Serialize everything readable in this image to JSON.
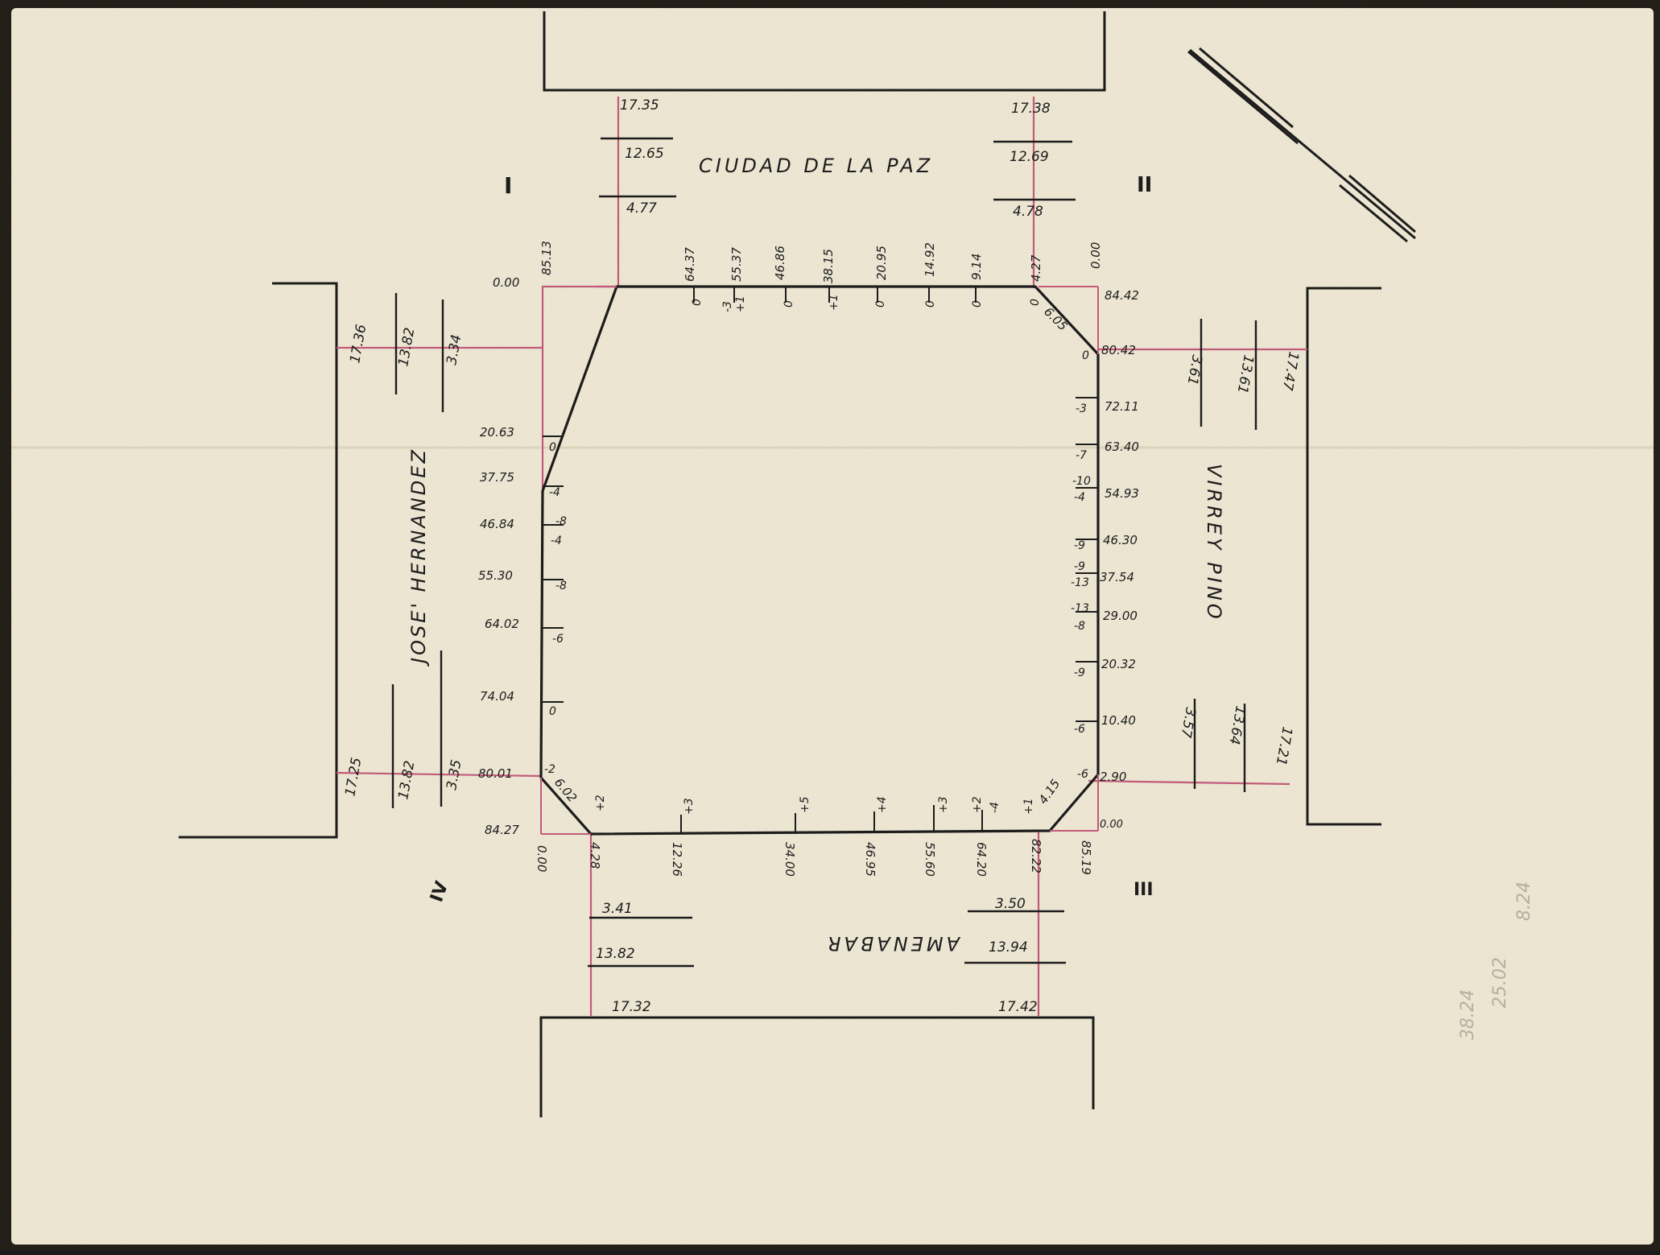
{
  "streets": {
    "north": "CIUDAD DE LA PAZ",
    "east": "VIRREY PINO",
    "south": "AMENABAR",
    "west": "JOSE' HERNANDEZ"
  },
  "corners": {
    "c1": "I",
    "c2": "II",
    "c3": "III",
    "c4": "IV"
  },
  "colors": {
    "paper": "#ede6d2",
    "ink": "#1c1c1c",
    "red": "#c25a7a"
  },
  "north_offsets": {
    "a1": "17.35",
    "a2": "12.65",
    "a3": "4.77",
    "b1": "17.38",
    "b2": "12.69",
    "b3": "4.78"
  },
  "south_offsets": {
    "a1": "3.41",
    "a2": "13.82",
    "a3": "17.32",
    "b1": "3.50",
    "b2": "13.94",
    "b3": "17.42"
  },
  "west_offsets": {
    "a1": "17.36",
    "a2": "13.82",
    "a3": "3.34",
    "b1": "17.25",
    "b2": "13.82",
    "b3": "3.35"
  },
  "east_offsets": {
    "a1": "3.61",
    "a2": "13.61",
    "a3": "17.47",
    "b1": "3.57",
    "b2": "13.64",
    "b3": "17.21"
  },
  "north_side": {
    "start": "0.00",
    "end": "85.13",
    "stations": [
      "64.37",
      "55.37",
      "46.86",
      "38.15",
      "20.95",
      "14.92",
      "9.14",
      "4.27",
      "0.00"
    ],
    "levels": [
      "0",
      "-3",
      "+1",
      "0",
      "+1",
      "0",
      "0",
      "0",
      "0"
    ]
  },
  "east_side": {
    "top": "84.42",
    "chamfer": "6.05",
    "bottom": "0.00",
    "stations": [
      "80.42",
      "72.11",
      "63.40",
      "54.93",
      "46.30",
      "37.54",
      "29.00",
      "20.32",
      "10.40",
      "2.90"
    ],
    "levels": [
      "0",
      "-3",
      "-7",
      "-10",
      "-4",
      "-9",
      "-9",
      "-13",
      "-13",
      "-8",
      "-9",
      "-6",
      "-6"
    ],
    "chamfer2": "4.15"
  },
  "south_side": {
    "start": "0.00",
    "end": "85.19",
    "stations": [
      "4.28",
      "12.26",
      "34.00",
      "46.95",
      "55.60",
      "64.20",
      "82.22"
    ],
    "levels": [
      "+2",
      "+3",
      "+5",
      "+4",
      "+3",
      "+2",
      "-4",
      "+1"
    ]
  },
  "west_side": {
    "bottom": "84.27",
    "chamfer": "6.02",
    "stations": [
      "20.63",
      "37.75",
      "46.84",
      "55.30",
      "64.02",
      "74.04",
      "80.01"
    ],
    "levels": [
      "0",
      "-4",
      "-8",
      "-4",
      "-8",
      "-6",
      "0",
      "-2"
    ]
  },
  "margin_note": {
    "line1": "8.24",
    "line2": "25.02",
    "line3": "38.24"
  }
}
